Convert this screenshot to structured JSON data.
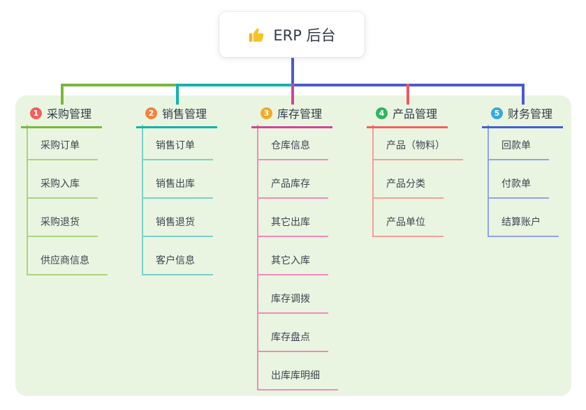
{
  "root": {
    "label": "ERP 后台",
    "icon": "thumbs-up-icon"
  },
  "palette": {
    "canvas_bg": "#ffffff",
    "panel_bg": "#e9f5e1",
    "root_line": "#4a5ad2",
    "title_text": "#333b46",
    "item_text": "#3e4450",
    "bus_green": "#79b83c",
    "bus_teal": "#14b3ab",
    "bus_blue": "#4a5ad2"
  },
  "branches": [
    {
      "num": "1",
      "label": "采购管理",
      "badge_color": "#f25f5c",
      "line_color": "#79b83c",
      "item_line_color": "#a9d47f",
      "drop_color": "#79b83c",
      "items": [
        "采购订单",
        "采购入库",
        "采购退货",
        "供应商信息"
      ]
    },
    {
      "num": "2",
      "label": "销售管理",
      "badge_color": "#f5823c",
      "line_color": "#14b3ab",
      "item_line_color": "#79d1c9",
      "drop_color": "#14b3ab",
      "items": [
        "销售订单",
        "销售出库",
        "销售退货",
        "客户信息"
      ]
    },
    {
      "num": "3",
      "label": "库存管理",
      "badge_color": "#f7a824",
      "line_color": "#d2439b",
      "item_line_color": "#ef8abc",
      "drop_color": "#d2439b",
      "items": [
        "仓库信息",
        "产品库存",
        "其它出库",
        "其它入库",
        "库存调拨",
        "库存盘点",
        "出库库明细"
      ]
    },
    {
      "num": "4",
      "label": "产品管理",
      "badge_color": "#2fb562",
      "line_color": "#f25f5f",
      "item_line_color": "#f79d9b",
      "drop_color": "#f05862",
      "items": [
        "产品（物料）",
        "产品分类",
        "产品单位"
      ]
    },
    {
      "num": "5",
      "label": "财务管理",
      "badge_color": "#35aade",
      "line_color": "#4360d2",
      "item_line_color": "#8fa4e6",
      "drop_color": "#4a5ad2",
      "items": [
        "回款单",
        "付款单",
        "结算账户"
      ]
    }
  ]
}
